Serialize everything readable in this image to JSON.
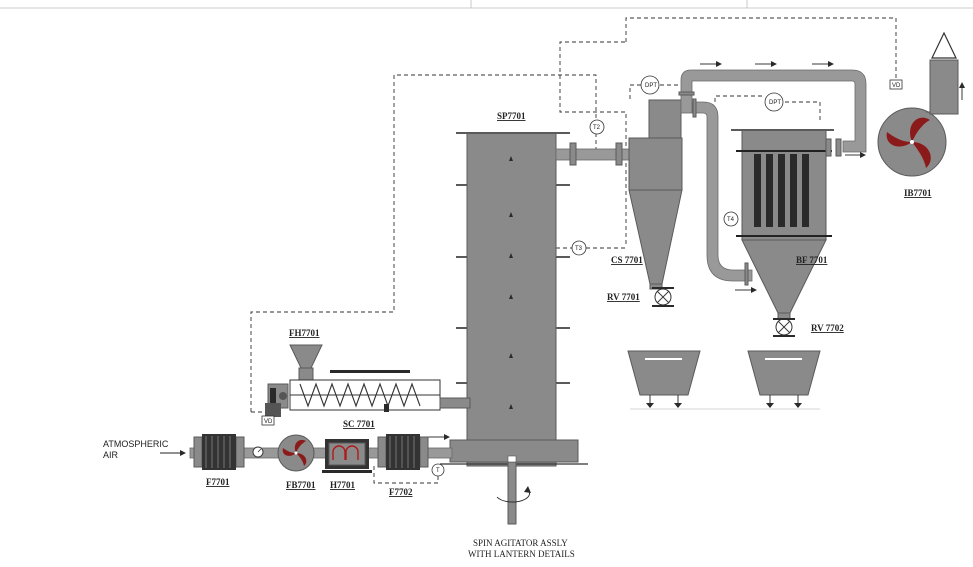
{
  "labels": {
    "sp": "SP7701",
    "cs": "CS 7701",
    "bf": "BF 7701",
    "ib": "IB7701",
    "rv1": "RV 7701",
    "rv2": "RV 7702",
    "fh": "FH7701",
    "sc": "SC 7701",
    "f1": "F7701",
    "fb": "FB7701",
    "h": "H7701",
    "f2": "F7702",
    "air_line1": "ATMOSPHERIC",
    "air_line2": "AIR",
    "agitator_line1": "SPIN AGITATOR ASSLY",
    "agitator_line2": "WITH LANTERN DETAILS"
  },
  "instruments": {
    "t2": "T2",
    "t3": "T3",
    "t4": "T4",
    "t1": "T",
    "dpt1": "DPT",
    "dpt2": "DPT",
    "vfd1": "VD",
    "vfd2": "VD"
  },
  "colors": {
    "equipment": "#8a8a8a",
    "impeller": "#8b1a1a",
    "lines": "#333333"
  }
}
